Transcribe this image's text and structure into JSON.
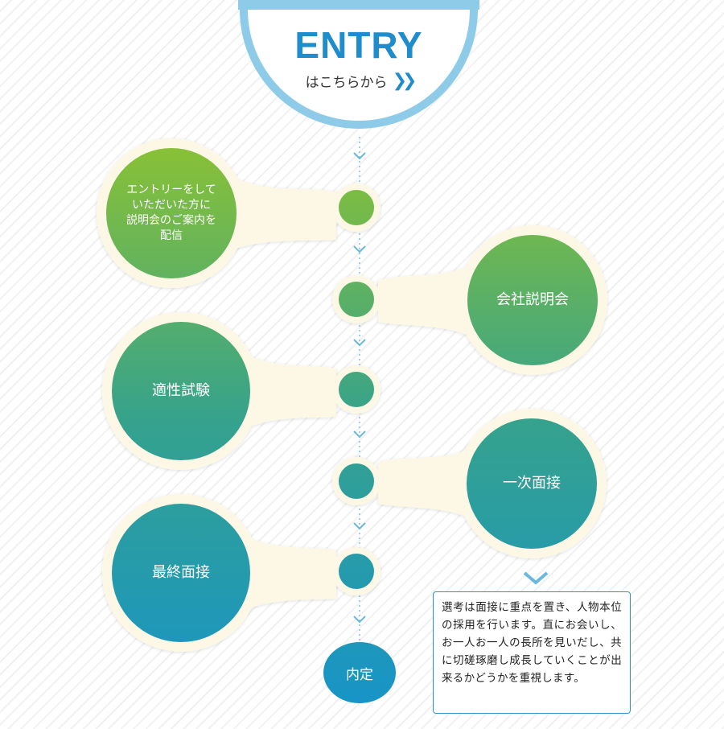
{
  "entry": {
    "title": "ENTRY",
    "subtitle": "はこちらから",
    "arrow": "double-chevron-right-icon"
  },
  "steps": [
    {
      "label": "エントリーをして\nいただいた方に\n説明会のご案内を\n配信",
      "side": "left"
    },
    {
      "label": "会社説明会",
      "side": "right"
    },
    {
      "label": "適性試験",
      "side": "left"
    },
    {
      "label": "一次面接",
      "side": "right"
    },
    {
      "label": "最終面接",
      "side": "left"
    }
  ],
  "final": {
    "label": "内定"
  },
  "note": {
    "text": "選考は面接に重点を置き、人物本位の採用を行います。直にお会いし、お一人お一人の長所を見いだし、共に切磋琢磨し成長していくことが出来るかどうかを重視します。"
  },
  "colors": {
    "accent_blue": "#1f8ccc",
    "ring_blue": "#8dcbe8",
    "cream": "#fdf8e6",
    "green_top": "#8cc233",
    "teal_mid": "#35a28d",
    "blue_bottom": "#1794c8",
    "connector": "#7fc3e2"
  }
}
